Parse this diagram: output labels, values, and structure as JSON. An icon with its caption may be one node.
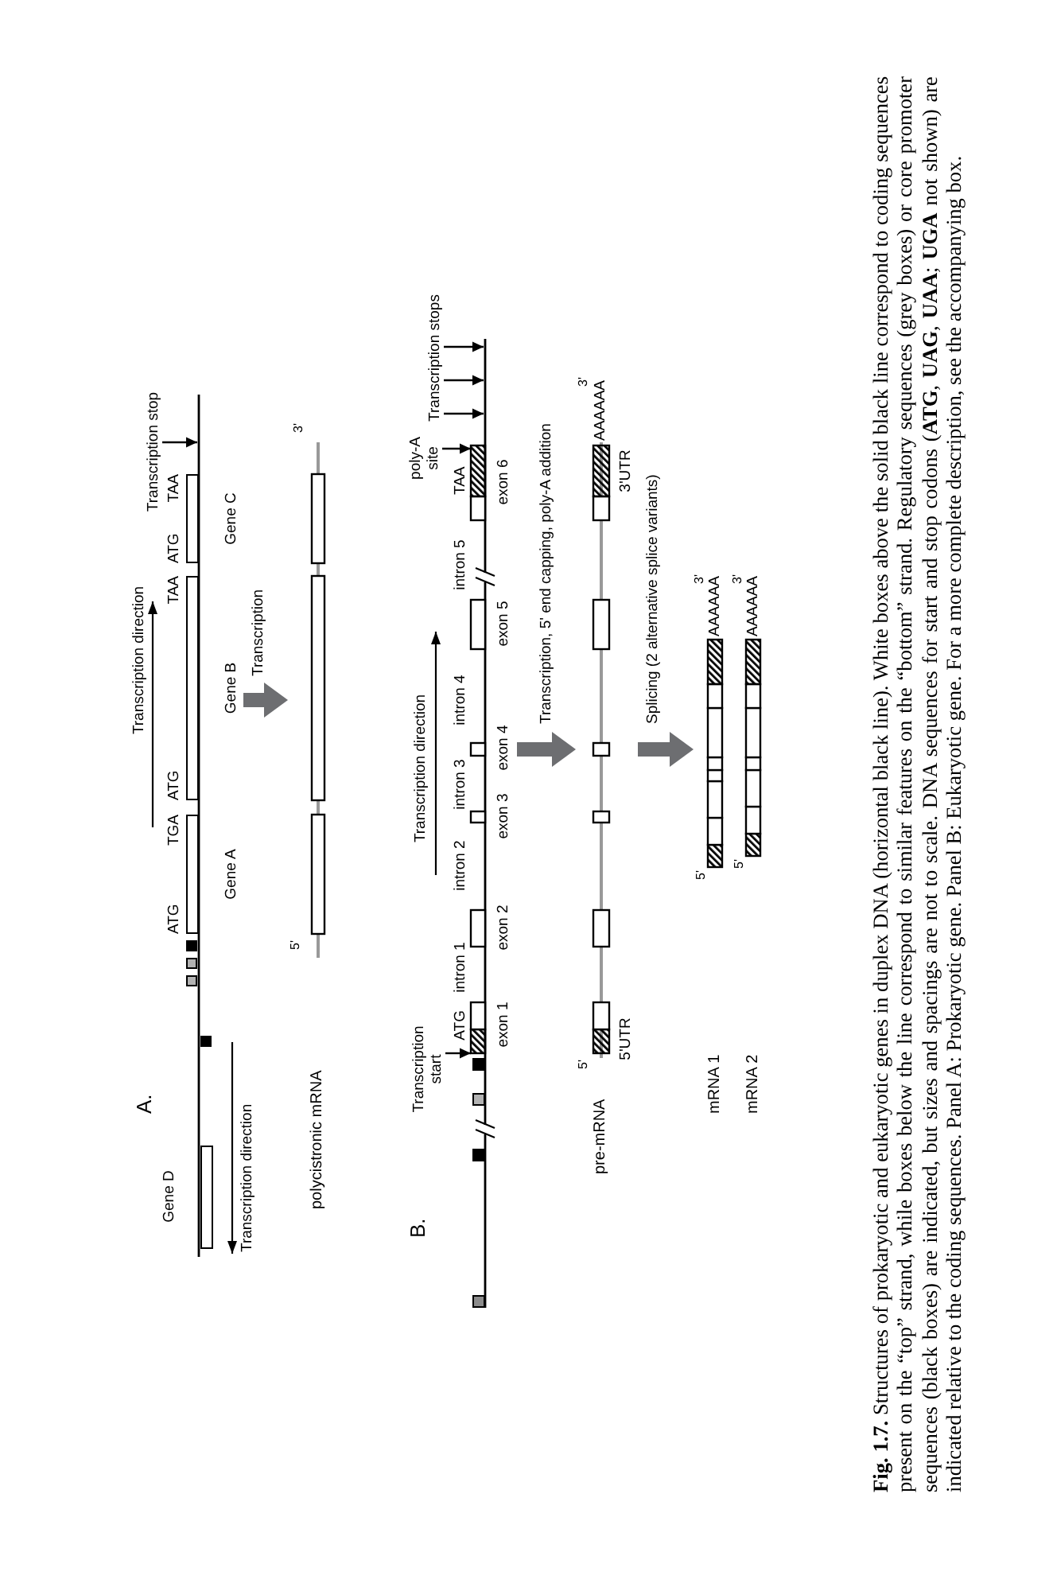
{
  "diagram": {
    "caption": "**Fig. 1.7.** Structures of prokaryotic and eukaryotic genes in duplex DNA (horizontal black line). White boxes above the solid black line correspond to coding sequences present on the “top” strand, while boxes below the line correspond to similar features on the “bottom” strand. Regulatory sequences (grey boxes) or core promoter sequences (black boxes) are indicated, but sizes and spacings are not to scale. DNA sequences for start and stop codons (**ATG**, **UAG**, **UAA**; **UGA** not shown) are indicated relative to the coding sequences. Panel A: Prokaryotic gene. Panel B: Eukaryotic gene. For a more complete description, see the accompanying box.",
    "nodes": [
      {
        "text": [
          "Gene D"
        ]
      },
      {
        "text": [],
        "shape": "box"
      },
      {
        "text": [],
        "shape": "box"
      },
      {
        "text": [],
        "shape": "box"
      },
      {
        "text": [],
        "shape": "box"
      },
      {
        "text": [
          "Gene A"
        ],
        "beside": [
          "ATG",
          "TGA"
        ]
      },
      {
        "text": [
          "Gene B"
        ],
        "beside": [
          "ATG",
          "TAA"
        ]
      },
      {
        "text": [
          "Gene C"
        ],
        "beside": [
          "ATG",
          "TAA"
        ]
      },
      {
        "text": [
          "Transcription stop"
        ]
      },
      {
        "text": [
          "polycistronic mRNA"
        ],
        "beside": [
          "5'",
          "3'"
        ]
      },
      {
        "text": [
          "Transcription start"
        ]
      },
      {
        "text": [],
        "shape": "box"
      },
      {
        "text": [],
        "shape": "box"
      },
      {
        "text": [],
        "shape": "box"
      },
      {
        "text": [],
        "shape": "box"
      },
      {
        "text": [
          "exon 1"
        ]
      },
      {
        "text": [
          "exon 2"
        ]
      },
      {
        "text": [
          "exon 3"
        ]
      },
      {
        "text": [
          "exon 4"
        ]
      },
      {
        "text": [
          "exon 5"
        ]
      },
      {
        "text": [
          "exon 6"
        ]
      },
      {
        "text": [
          "poly-A site"
        ]
      },
      {
        "text": [
          "Transcription stops"
        ]
      },
      {
        "text": [
          "pre-mRNA"
        ],
        "beside": [
          "5'",
          "5'UTR",
          "AAAAAA",
          "3'",
          "3'UTR"
        ]
      },
      {
        "text": [
          "mRNA 1"
        ],
        "beside": [
          "5'",
          "AAAAAA",
          "3'"
        ]
      },
      {
        "text": [
          "mRNA 2"
        ],
        "beside": [
          "5'",
          "AAAAAA",
          "3'"
        ]
      }
    ],
    "edges": [
      {
        "from": 6,
        "to": 9,
        "arrow": "to",
        "label": "Transcription",
        "style": "thick",
        "color": "#6d6e71"
      },
      {
        "from": 8,
        "to": null,
        "arrow": "to"
      },
      {
        "from": 10,
        "to": 15,
        "arrow": "to"
      },
      {
        "from": 21,
        "to": 20,
        "arrow": "to"
      },
      {
        "from": 22,
        "to": null,
        "arrow": "to"
      },
      {
        "from": 22,
        "to": null,
        "arrow": "to"
      },
      {
        "from": 22,
        "to": null,
        "arrow": "to"
      },
      {
        "from": 18,
        "to": 23,
        "arrow": "to",
        "label": "Transcription, 5' end capping, poly-A addition",
        "style": "thick",
        "color": "#6d6e71"
      },
      {
        "from": 23,
        "to": 24,
        "arrow": "to",
        "label": "Splicing (2 alternative splice variants)",
        "style": "thick",
        "color": "#6d6e71"
      }
    ],
    "labels": [
      "A.",
      "Transcription direction",
      "Transcription direction",
      "B.",
      "Transcription direction",
      "intron 1",
      "intron 2",
      "intron 3",
      "intron 4",
      "intron 5",
      "ATG",
      "TAA"
    ]
  }
}
